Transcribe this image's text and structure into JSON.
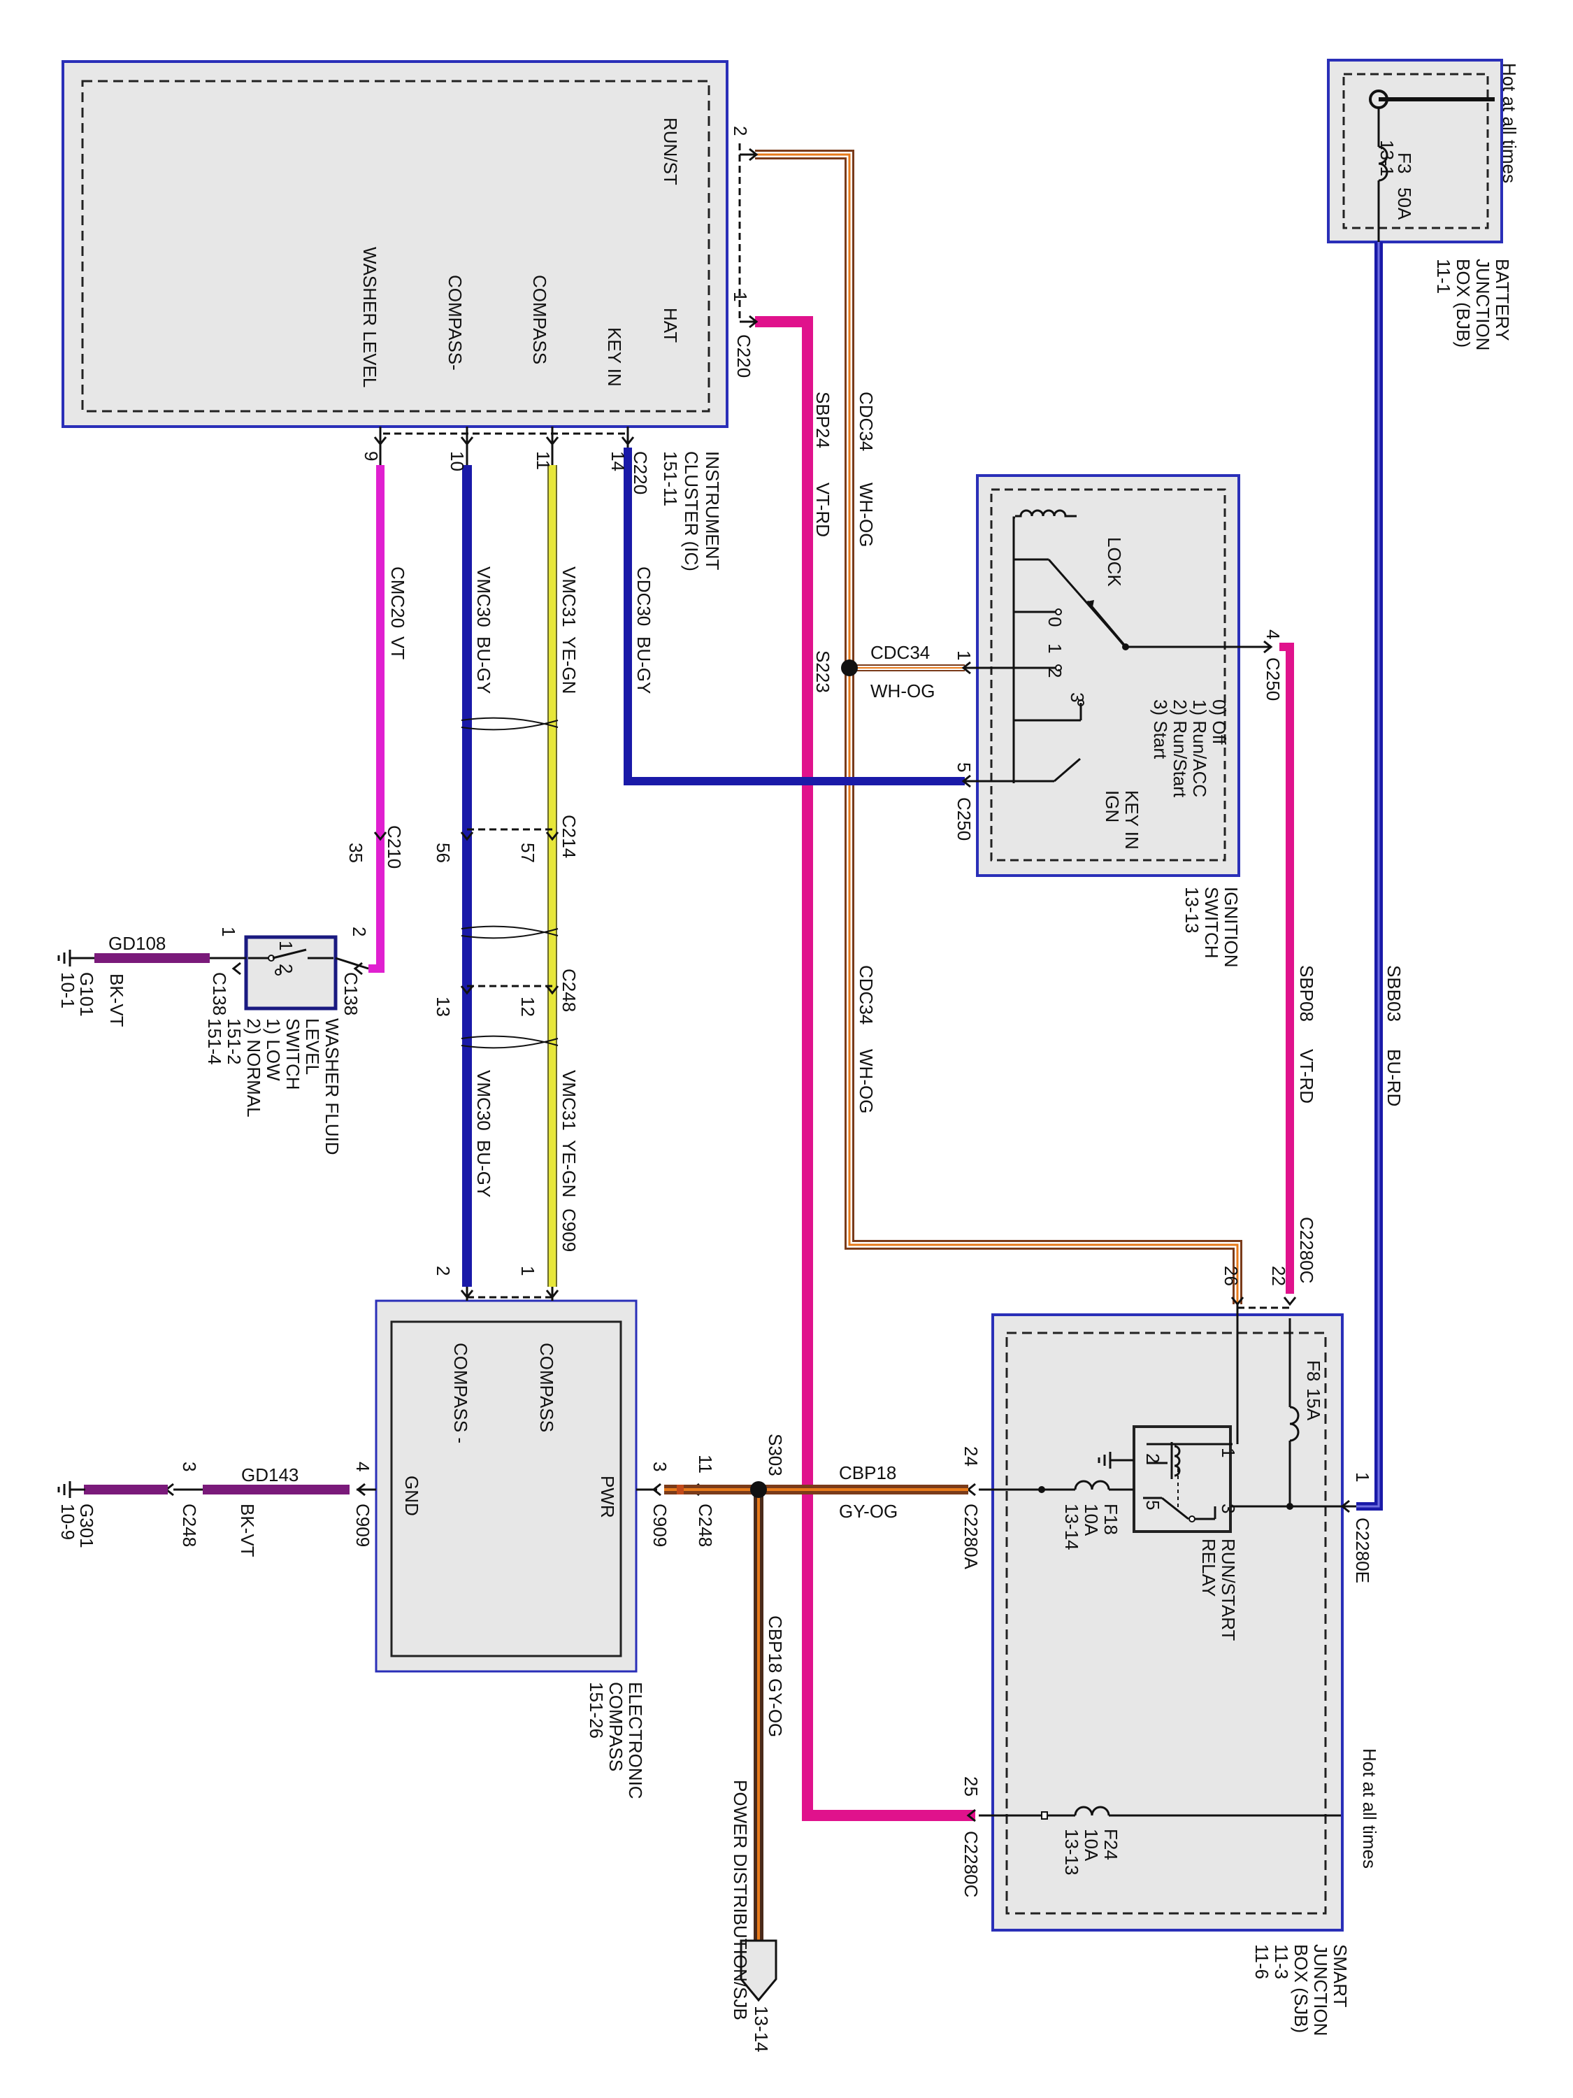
{
  "colors": {
    "module_border": "#2a2fb8",
    "module_fill": "#e7e7e7",
    "wire_blue": "#1a1aa8",
    "wire_magenta": "#e0128c",
    "wire_yellow": "#e6e63a",
    "wire_orange": "#e87a1a",
    "wire_gray_orange": "#7a3b1a",
    "wire_purple": "#7a1a7a",
    "wire_black": "#222222"
  },
  "labels": {
    "runst": "RUN/ST",
    "hat": "HAT",
    "key_in": "KEY IN",
    "compass": "COMPASS",
    "compass_neg": "COMPASS-",
    "washer_level": "WASHER LEVEL",
    "ic_name_1": "INSTRUMENT",
    "ic_name_2": "CLUSTER (IC)",
    "ic_name_3": "151-11",
    "c220_a": "C220",
    "c220_b": "C220",
    "pin_2": "2",
    "pin_1": "1",
    "pin_9": "9",
    "pin_10": "10",
    "pin_11": "11",
    "pin_14": "14",
    "cdc34_a": "CDC34",
    "whog_a": "WH-OG",
    "sbp24": "SBP24",
    "vtrd_a": "VT-RD",
    "s223": "S223",
    "cdc30": "CDC30",
    "bugy_a": "BU-GY",
    "vmc31_a": "VMC31",
    "yegn_a": "YE-GN",
    "vmc30_a": "VMC30",
    "bugy_b": "BU-GY",
    "cmc20": "CMC20",
    "vt": "VT",
    "c210": "C210",
    "pin_35": "35",
    "c214": "C214",
    "pin_57": "57",
    "pin_56": "56",
    "c248_a": "C248",
    "pin_12": "12",
    "pin_13": "13",
    "vmc31_b": "VMC31",
    "yegn_b": "YE-GN",
    "c909_a": "C909",
    "vmc30_b": "VMC30",
    "bugy_c": "BU-GY",
    "pin_1b": "1",
    "pin_2b": "2",
    "gd108": "GD108",
    "bkvt_a": "BK-VT",
    "g101": "G101",
    "g101_ref": "10-1",
    "c138_a": "C138",
    "c138_b": "C138",
    "pin_1c": "1",
    "pin_2c": "2",
    "wfl_1": "WASHER FLUID",
    "wfl_2": "LEVEL",
    "wfl_3": "SWITCH",
    "wfl_4": "1) LOW",
    "wfl_5": "2) NORMAL",
    "wfl_6": "151-2",
    "wfl_7": "151-4",
    "sw_pos0": "0",
    "sw_pos1": "1",
    "sw_pos2": "2",
    "sw_pos3": "3",
    "sw_2": "2",
    "ec_compass": "COMPASS",
    "ec_compass_neg": "COMPASS -",
    "ec_gnd": "GND",
    "ec_pwr": "PWR",
    "ec_1": "ELECTRONIC",
    "ec_2": "COMPASS",
    "ec_3": "151-26",
    "gd143": "GD143",
    "bkvt_b": "BK-VT",
    "g301": "G301",
    "g301_ref": "10-9",
    "c248_b": "C248",
    "c909_b": "C909",
    "pin_3a": "3",
    "pin_4a": "4",
    "pin_3b": "3",
    "pin_11b": "11",
    "c909_c": "C909",
    "c248_c": "C248",
    "s303": "S303",
    "cbp18_a": "CBP18",
    "gyog_a": "GY-OG",
    "cbp18_b": "CBP18",
    "gyog_b": "GY-OG",
    "pwr_dist": "POWER DISTRIBUTION/SJB",
    "pwr_dist_ref": "13-14",
    "lock": "LOCK",
    "ign_legend_0": "0) Off",
    "ign_legend_1": "1) Run/ACC",
    "ign_legend_2": "2) Run/Start",
    "ign_legend_3": "3) Start",
    "key_in_ign_1": "KEY IN",
    "key_in_ign_2": "IGN",
    "ign_1": "IGNITION",
    "ign_2": "SWITCH",
    "ign_3": "13-13",
    "c250_a": "C250",
    "c250_b": "C250",
    "pin_4b": "4",
    "pin_1d": "1",
    "pin_5": "5",
    "cdc34_b": "CDC34",
    "whog_b": "WH-OG",
    "cdc34_c": "CDC34",
    "whog_c": "WH-OG",
    "sbp08": "SBP08",
    "vtrd_b": "VT-RD",
    "c2280c_a": "C2280C",
    "pin_26": "26",
    "pin_22": "22",
    "sbb03": "SBB03",
    "burd": "BU-RD",
    "hot_1": "Hot at all times",
    "f3": "F3",
    "f3_a": "50A",
    "f3_ref": "13-1",
    "bjb_1": "BATTERY",
    "bjb_2": "JUNCTION",
    "bjb_3": "BOX (BJB)",
    "bjb_4": "11-1",
    "f8": "F8",
    "f8_a": "15A",
    "f18": "F18",
    "f18_a": "10A",
    "f18_ref": "13-14",
    "f24": "F24",
    "f24_a": "10A",
    "f24_ref": "13-13",
    "relay_1": "RUN/START",
    "relay_2": "RELAY",
    "r1": "1",
    "r2": "2",
    "r3": "3",
    "r5": "5",
    "c2280e": "C2280E",
    "pin_1e": "1",
    "c2280a": "C2280A",
    "pin_24": "24",
    "c2280c_b": "C2280C",
    "pin_25": "25",
    "hot_2": "Hot at all times",
    "sjb_1": "SMART",
    "sjb_2": "JUNCTION",
    "sjb_3": "BOX (SJB)",
    "sjb_4": "11-3",
    "sjb_5": "11-6"
  }
}
